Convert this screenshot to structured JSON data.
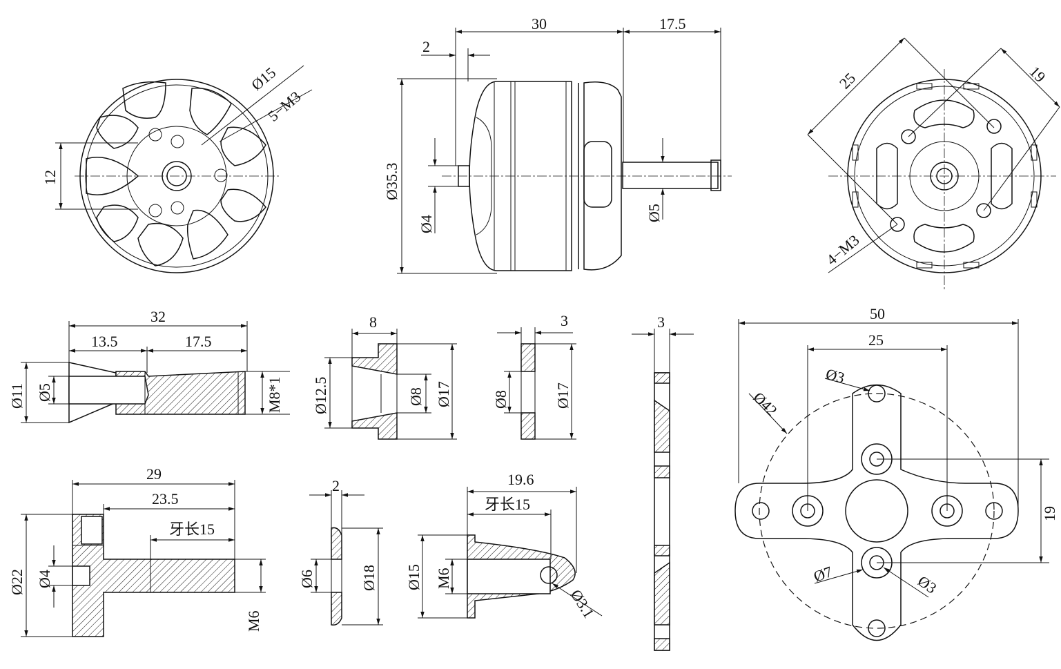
{
  "dims": {
    "top_front": {
      "d15": "Ø15",
      "m3": "5−M3",
      "h12": "12"
    },
    "top_side": {
      "len30": "30",
      "len17_5": "17.5",
      "w2": "2",
      "d35_3": "Ø35.3",
      "d4": "Ø4",
      "d5": "Ø5"
    },
    "top_rear": {
      "d25": "25",
      "d19": "19",
      "m3": "4−M3"
    },
    "adapter": {
      "len32": "32",
      "len13_5": "13.5",
      "len17_5": "17.5",
      "d11": "Ø11",
      "d5": "Ø5",
      "thread": "M8*1"
    },
    "collet": {
      "len8": "8",
      "d12_5": "Ø12.5",
      "d8": "Ø8",
      "d17": "Ø17"
    },
    "washer": {
      "len3": "3",
      "d8": "Ø8",
      "d17": "Ø17"
    },
    "plate": {
      "len3": "3"
    },
    "mount": {
      "len50": "50",
      "len25": "25",
      "d3a": "Ø3",
      "d42": "Ø42",
      "d7": "Ø7",
      "d3b": "Ø3",
      "len19": "19"
    },
    "shaft_adapter": {
      "len29": "29",
      "len23_5": "23.5",
      "thread_len": "牙长15",
      "d22": "Ø22",
      "d4": "Ø4",
      "m6": "M6"
    },
    "small_washer": {
      "len2": "2",
      "d6": "Ø6",
      "d18": "Ø18"
    },
    "spinner": {
      "len19_6": "19.6",
      "thread_len": "牙长15",
      "d15": "Ø15",
      "m6": "M6",
      "d3_1": "Ø3.1"
    }
  }
}
